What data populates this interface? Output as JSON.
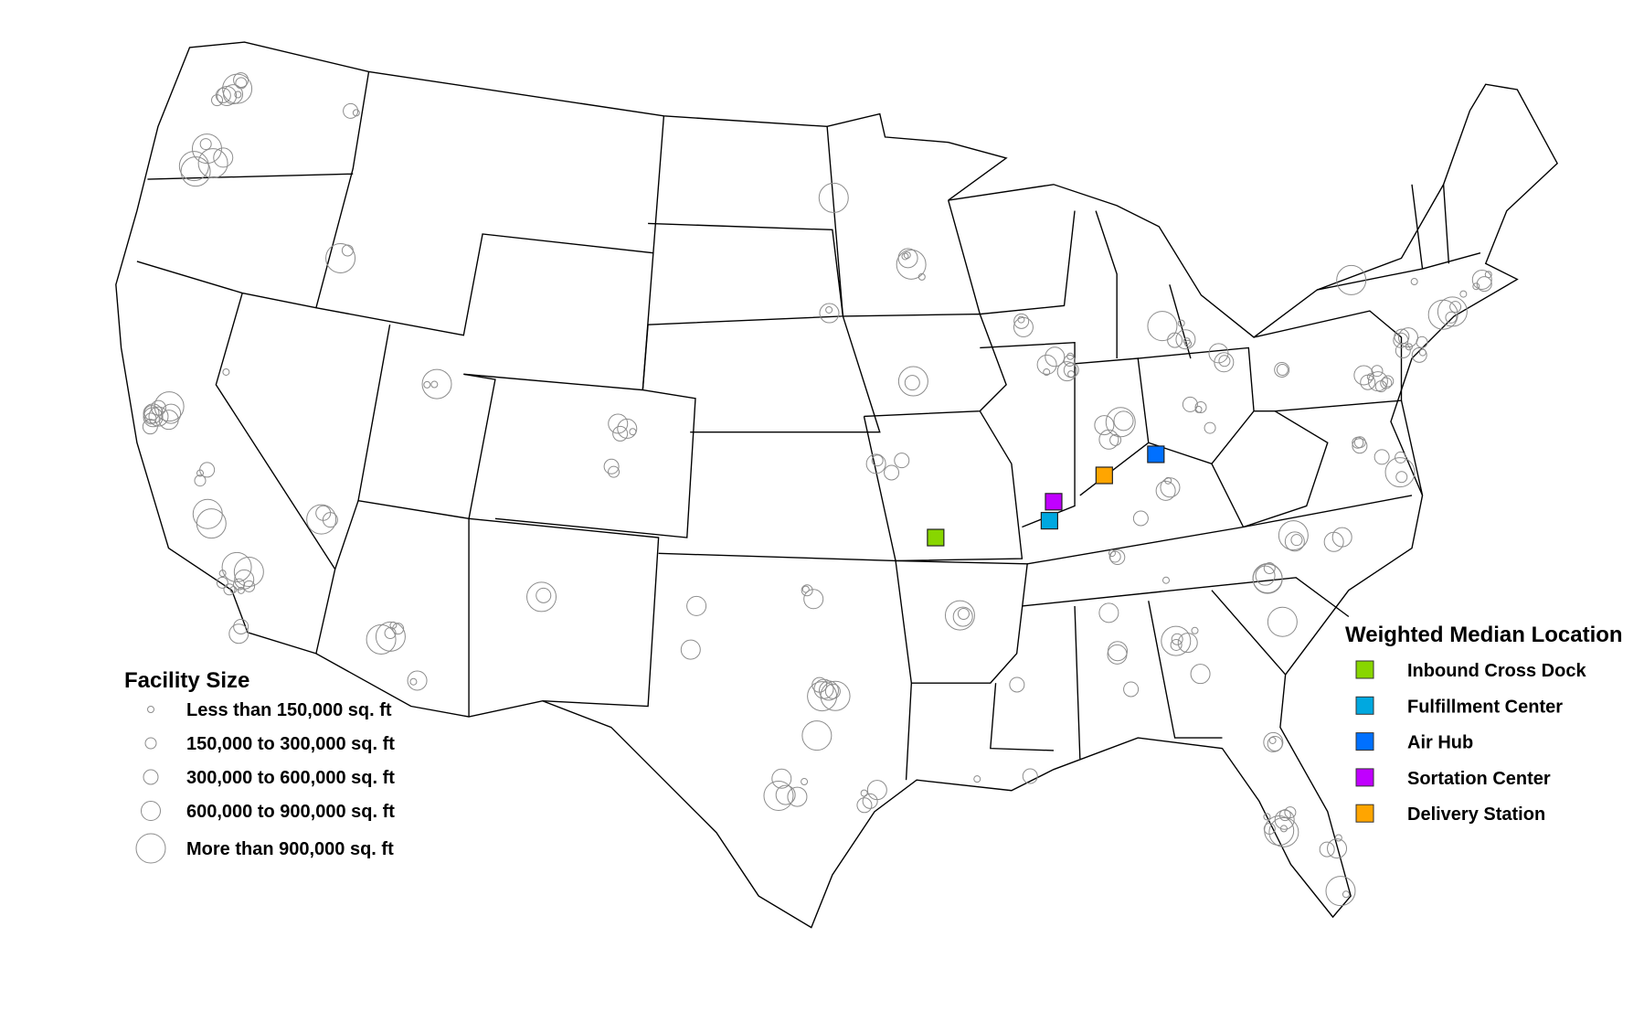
{
  "facility_legend": {
    "title": "Facility Size",
    "items": [
      {
        "label": "Less than 150,000 sq. ft"
      },
      {
        "label": "150,000 to 300,000 sq. ft"
      },
      {
        "label": "300,000 to 600,000 sq. ft"
      },
      {
        "label": "600,000 to 900,000 sq. ft"
      },
      {
        "label": "More than 900,000 sq. ft"
      }
    ]
  },
  "median_legend": {
    "title": "Weighted Median Location",
    "items": [
      {
        "label": "Inbound Cross Dock",
        "color": "#88d600"
      },
      {
        "label": "Fulfillment Center",
        "color": "#00a8e0"
      },
      {
        "label": "Air Hub",
        "color": "#0070ff"
      },
      {
        "label": "Sortation Center",
        "color": "#c000ff"
      },
      {
        "label": "Delivery Station",
        "color": "#ffa500"
      }
    ]
  },
  "colors": {
    "facility_stroke": "#8c8c8c",
    "state_border": "#000000"
  }
}
